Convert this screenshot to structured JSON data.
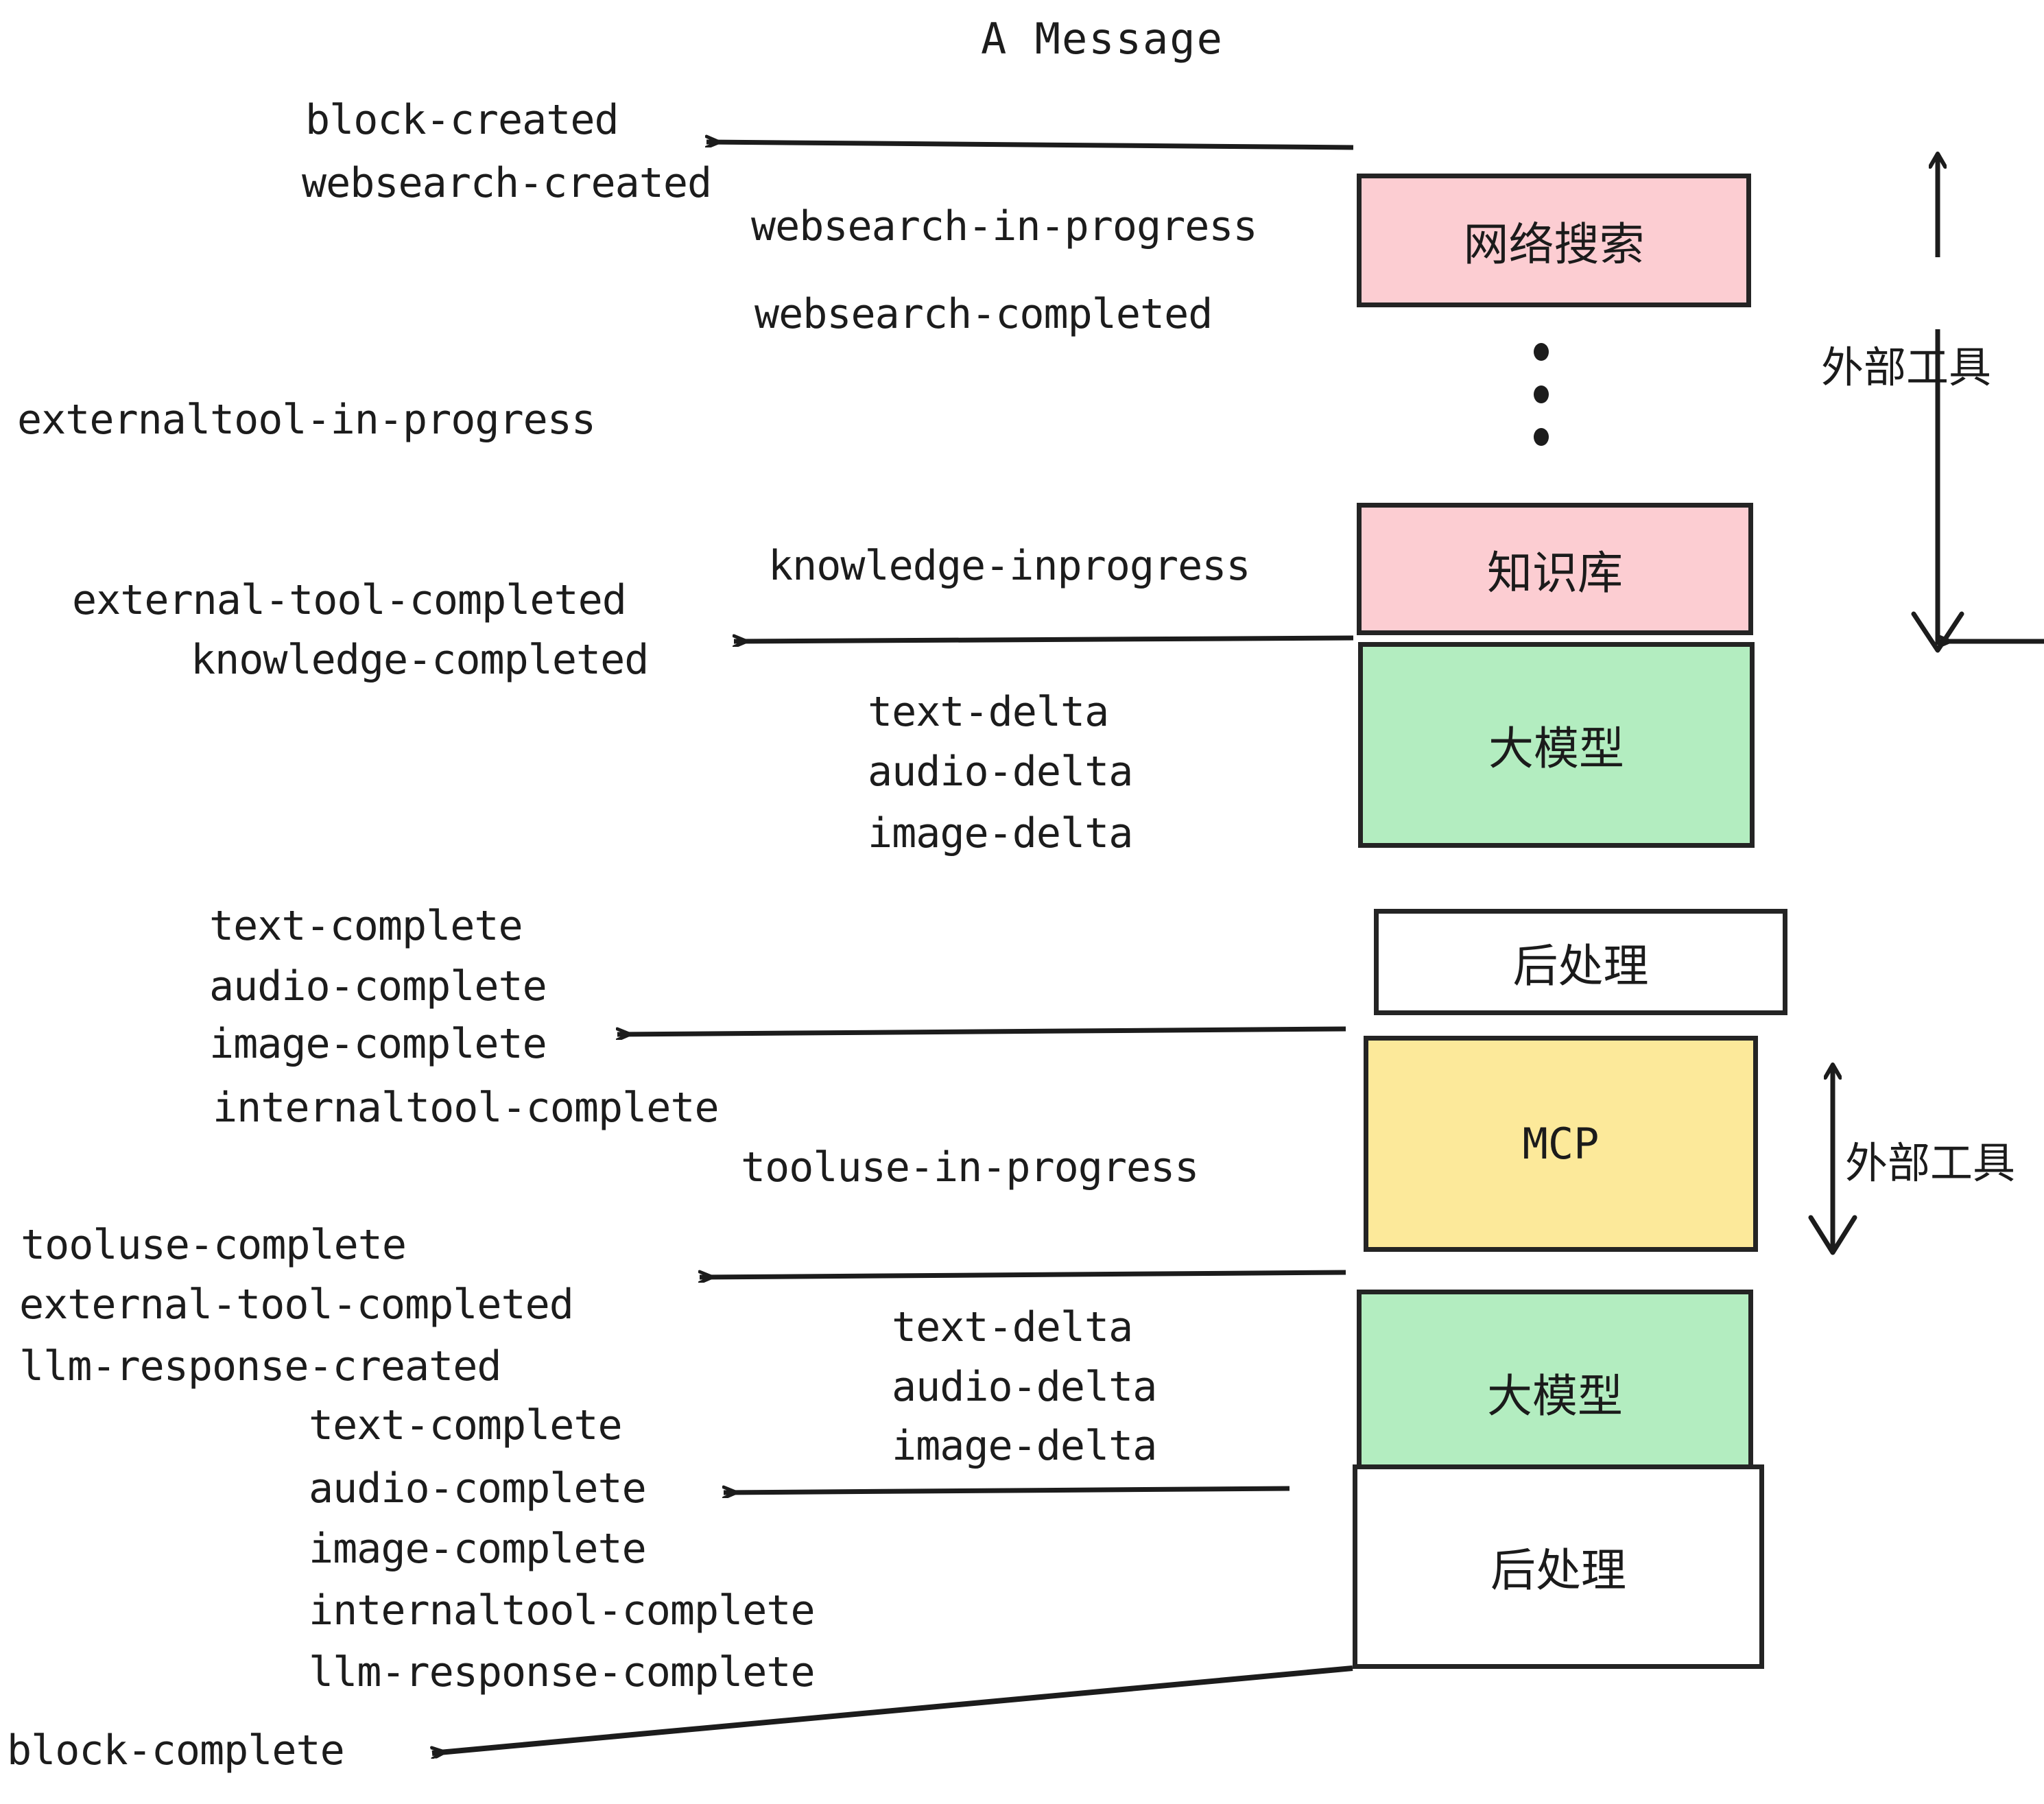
{
  "title": "A Message",
  "events": {
    "block_created": "block-created",
    "websearch_created": "websearch-created",
    "websearch_in_progress": "websearch-in-progress",
    "websearch_completed": "websearch-completed",
    "externaltool_in_progress": "externaltool-in-progress",
    "knowledge_inprogress": "knowledge-inprogress",
    "external_tool_completed_1": "external-tool-completed",
    "knowledge_completed": "knowledge-completed",
    "text_delta_1": "text-delta",
    "audio_delta_1": "audio-delta",
    "image_delta_1": "image-delta",
    "text_complete_1": "text-complete",
    "audio_complete_1": "audio-complete",
    "image_complete_1": "image-complete",
    "internaltool_complete_1": "internaltool-complete",
    "tooluse_in_progress": "tooluse-in-progress",
    "tooluse_complete": "tooluse-complete",
    "external_tool_completed_2": "external-tool-completed",
    "llm_response_created": "llm-response-created",
    "text_delta_2": "text-delta",
    "audio_delta_2": "audio-delta",
    "image_delta_2": "image-delta",
    "text_complete_2": "text-complete",
    "audio_complete_2": "audio-complete",
    "image_complete_2": "image-complete",
    "internaltool_complete_2": "internaltool-complete",
    "llm_response_complete": "llm-response-complete",
    "block_complete": "block-complete"
  },
  "nodes": {
    "websearch": "网络搜索",
    "knowledge": "知识库",
    "llm_1": "大模型",
    "postprocess_1": "后处理",
    "mcp": "MCP",
    "llm_2": "大模型",
    "postprocess_2": "后处理"
  },
  "annotations": {
    "external_tool_top": "外部工具",
    "external_tool_bottom": "外部工具"
  },
  "colors": {
    "pink": "#fccdd2",
    "green": "#b3edc0",
    "yellow": "#fce99a",
    "white": "#ffffff",
    "stroke": "#242424",
    "text": "#1c1c1c"
  },
  "ellipsis": "vertical-dots"
}
